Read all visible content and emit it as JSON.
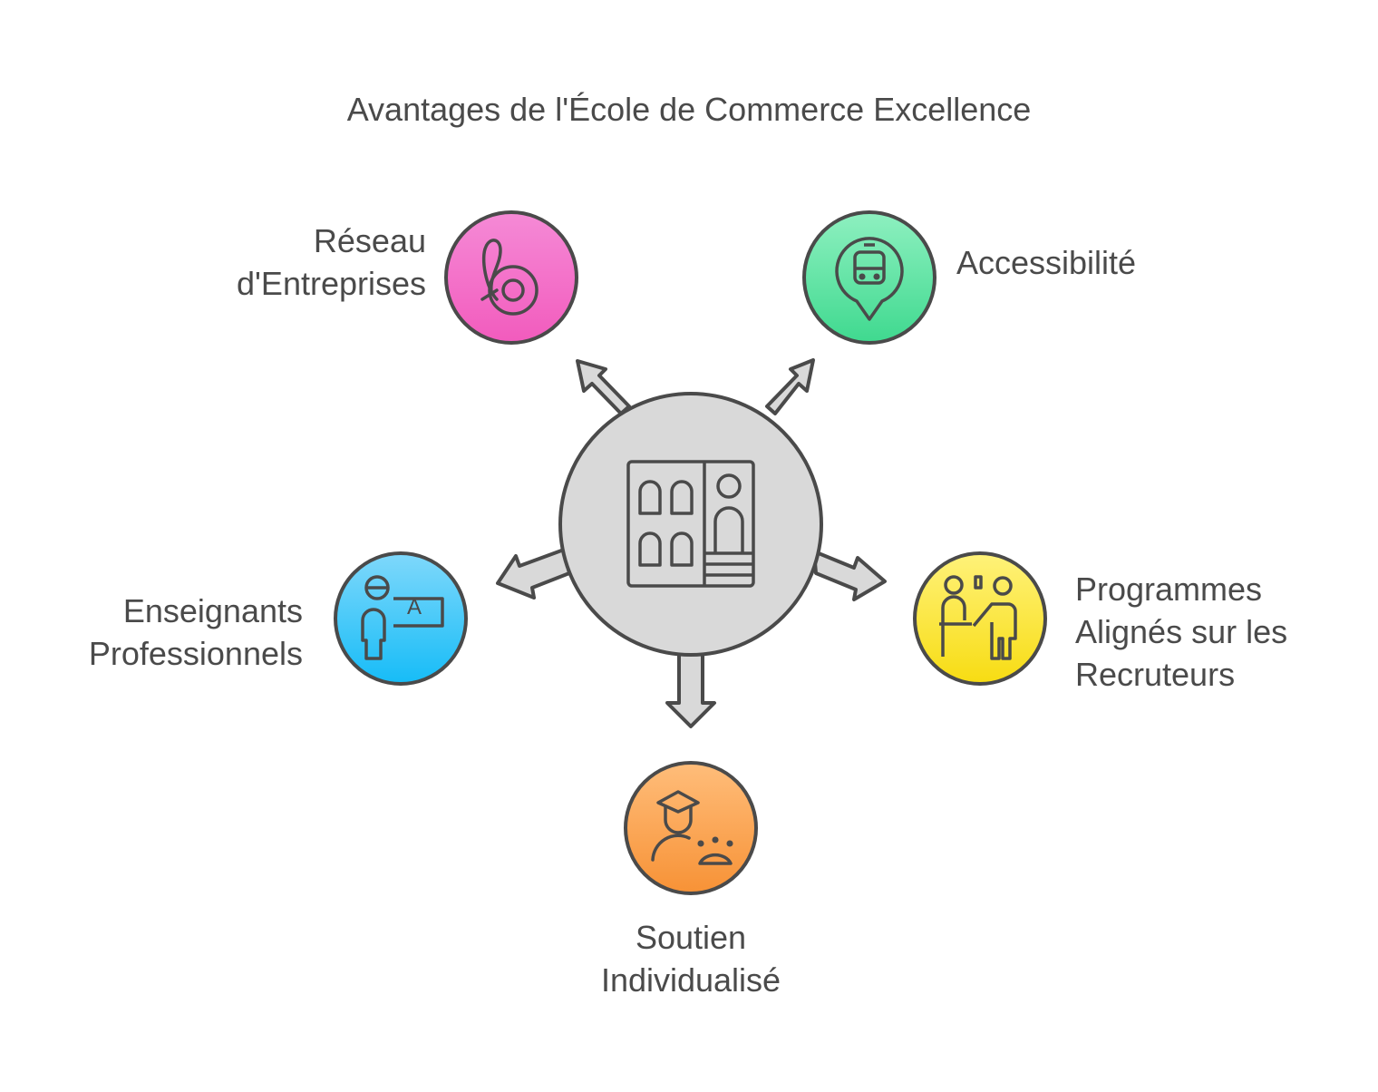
{
  "title": "Avantages de l'École de Commerce Excellence",
  "center": {
    "icon": "school-building-icon"
  },
  "nodes": [
    {
      "id": "reseau",
      "lines": [
        "Réseau",
        "d'Entreprises"
      ],
      "icon": "business-network-icon",
      "gradient": [
        "#f58ad6",
        "#f25bbd"
      ]
    },
    {
      "id": "accessibilite",
      "lines": [
        "Accessibilité"
      ],
      "icon": "train-location-icon",
      "gradient": [
        "#8ef0c0",
        "#3fd98f"
      ]
    },
    {
      "id": "programmes",
      "lines": [
        "Programmes",
        "Alignés sur les",
        "Recruteurs"
      ],
      "icon": "presenter-icon",
      "gradient": [
        "#fff27a",
        "#f7dc12"
      ]
    },
    {
      "id": "soutien",
      "lines": [
        "Soutien",
        "Individualisé"
      ],
      "icon": "graduate-support-icon",
      "gradient": [
        "#ffbd7a",
        "#f79236"
      ]
    },
    {
      "id": "enseignants",
      "lines": [
        "Enseignants",
        "Professionnels"
      ],
      "icon": "teacher-board-icon",
      "gradient": [
        "#7fd8fb",
        "#16bcf7"
      ]
    }
  ]
}
